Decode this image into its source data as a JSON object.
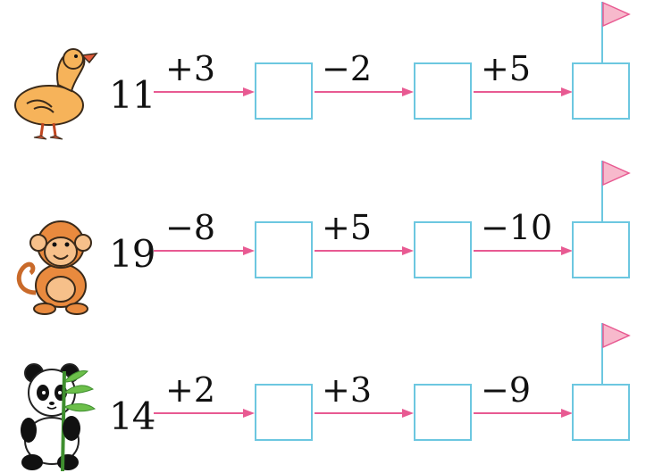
{
  "rows": [
    {
      "animal": "duck",
      "start": "11",
      "ops": [
        "+3",
        "−2",
        "+5"
      ]
    },
    {
      "animal": "monkey",
      "start": "19",
      "ops": [
        "−8",
        "+5",
        "−10"
      ]
    },
    {
      "animal": "panda",
      "start": "14",
      "ops": [
        "+2",
        "+3",
        "−9"
      ]
    }
  ],
  "icons": [
    "duck-icon",
    "monkey-icon",
    "panda-icon",
    "flag-icon",
    "arrow-icon"
  ],
  "colors": {
    "arrow": "#e85a92",
    "box_border": "#6cc7e0",
    "flag": "#f7b9cc"
  }
}
